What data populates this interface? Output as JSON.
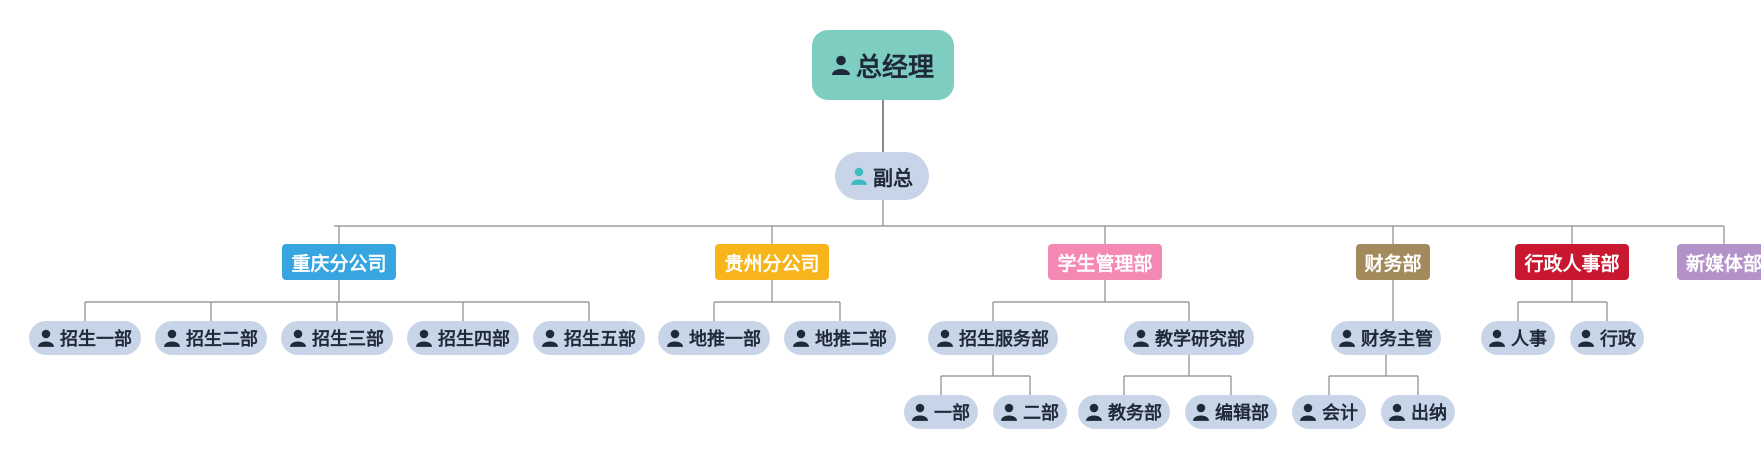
{
  "colors": {
    "root_bg": "#7ecdc1",
    "node_bg": "#c8d4e8",
    "line": "#8a8a8a",
    "vice_icon": "#3bbcc4",
    "person_icon": "#1e2a3a",
    "chongqing": "#36a5e0",
    "guizhou": "#f7b51b",
    "student_mgmt": "#f48ab3",
    "finance": "#a38a5c",
    "admin_hr": "#c8172f",
    "new_media": "#b391c9"
  },
  "root": {
    "label": "总经理",
    "icon": "person-icon"
  },
  "vice": {
    "label": "副总",
    "icon": "person-icon"
  },
  "departments": [
    {
      "label": "重庆分公司",
      "color_key": "chongqing",
      "children": [
        {
          "label": "招生一部"
        },
        {
          "label": "招生二部"
        },
        {
          "label": "招生三部"
        },
        {
          "label": "招生四部"
        },
        {
          "label": "招生五部"
        }
      ]
    },
    {
      "label": "贵州分公司",
      "color_key": "guizhou",
      "children": [
        {
          "label": "地推一部"
        },
        {
          "label": "地推二部"
        }
      ]
    },
    {
      "label": "学生管理部",
      "color_key": "student_mgmt",
      "children": [
        {
          "label": "招生服务部",
          "children": [
            {
              "label": "一部"
            },
            {
              "label": "二部"
            }
          ]
        },
        {
          "label": "教学研究部",
          "children": [
            {
              "label": "教务部"
            },
            {
              "label": "编辑部"
            }
          ]
        }
      ]
    },
    {
      "label": "财务部",
      "color_key": "finance",
      "children": [
        {
          "label": "财务主管",
          "children": [
            {
              "label": "会计"
            },
            {
              "label": "出纳"
            }
          ]
        }
      ]
    },
    {
      "label": "行政人事部",
      "color_key": "admin_hr",
      "children": [
        {
          "label": "人事"
        },
        {
          "label": "行政"
        }
      ]
    },
    {
      "label": "新媒体部",
      "color_key": "new_media",
      "children": []
    }
  ]
}
